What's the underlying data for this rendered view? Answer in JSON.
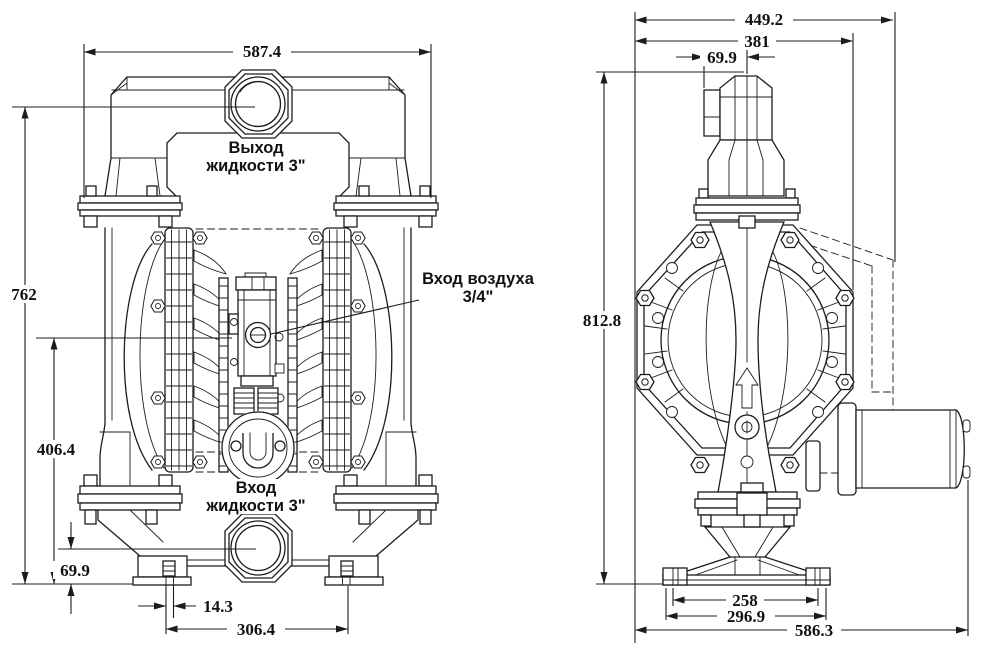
{
  "drawing": {
    "type": "technical-dimension-drawing",
    "subject": "air-operated-diaphragm-pump",
    "units_shown": false,
    "colors": {
      "line": "#1c1c1c",
      "background": "#ffffff",
      "text": "#111111"
    }
  },
  "front_view": {
    "labels": {
      "outlet_line1": "Выход",
      "outlet_line2": "жидкости 3\"",
      "air_inlet_line1": "Вход воздуха",
      "air_inlet_line2": "3/4\"",
      "inlet_line1": "Вход",
      "inlet_line2": "жидкости 3\""
    },
    "dimensions": {
      "overall_width": "587.4",
      "outlet_center_height": "762",
      "air_inlet_center_height": "406.4",
      "inlet_center_to_base": "69.9",
      "foot_slot_offset": "14.3",
      "foot_slot_spacing": "306.4"
    }
  },
  "side_view": {
    "dimensions": {
      "overall_depth": "449.2",
      "body_depth": "381",
      "air_valve_offset": "69.9",
      "overall_height": "812.8",
      "base_slot_spacing": "258",
      "base_width": "296.9",
      "overall_depth_with_muffler": "586.3"
    }
  }
}
